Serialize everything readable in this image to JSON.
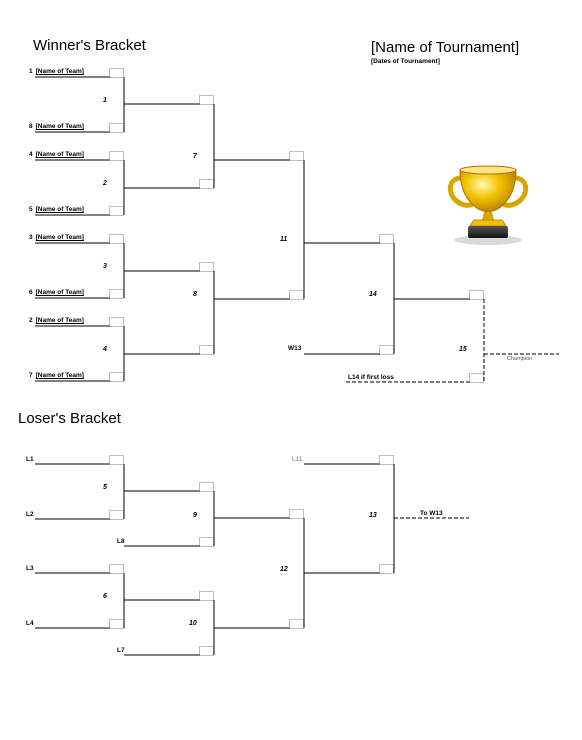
{
  "winners": {
    "heading": "Winner's Bracket",
    "seeds": [
      {
        "seed": "1",
        "name": "[Name of Team]"
      },
      {
        "seed": "8",
        "name": "[Name of Team]"
      },
      {
        "seed": "4",
        "name": "[Name of Team]"
      },
      {
        "seed": "5",
        "name": "[Name of Team]"
      },
      {
        "seed": "3",
        "name": "[Name of Team]"
      },
      {
        "seed": "6",
        "name": "[Name of Team]"
      },
      {
        "seed": "2",
        "name": "[Name of Team]"
      },
      {
        "seed": "7",
        "name": "[Name of Team]"
      }
    ],
    "games": [
      "1",
      "2",
      "3",
      "4",
      "7",
      "8",
      "11",
      "14",
      "15"
    ],
    "w13_label": "W13",
    "l14_label": "L14 if first loss",
    "champion_label": "Champion"
  },
  "tournament": {
    "name": "[Name of Tournament]",
    "dates": "[Dates of Tournament]"
  },
  "losers": {
    "heading": "Loser's Bracket",
    "entries": [
      "L1",
      "L2",
      "L3",
      "L4",
      "L8",
      "L7"
    ],
    "l11_label": "L11",
    "games": [
      "5",
      "6",
      "9",
      "10",
      "12",
      "13"
    ],
    "to_w13_label": "To W13"
  },
  "trophy": {
    "icon": "trophy-icon",
    "gold": "#f2c200",
    "base": "#2a2a2a"
  }
}
